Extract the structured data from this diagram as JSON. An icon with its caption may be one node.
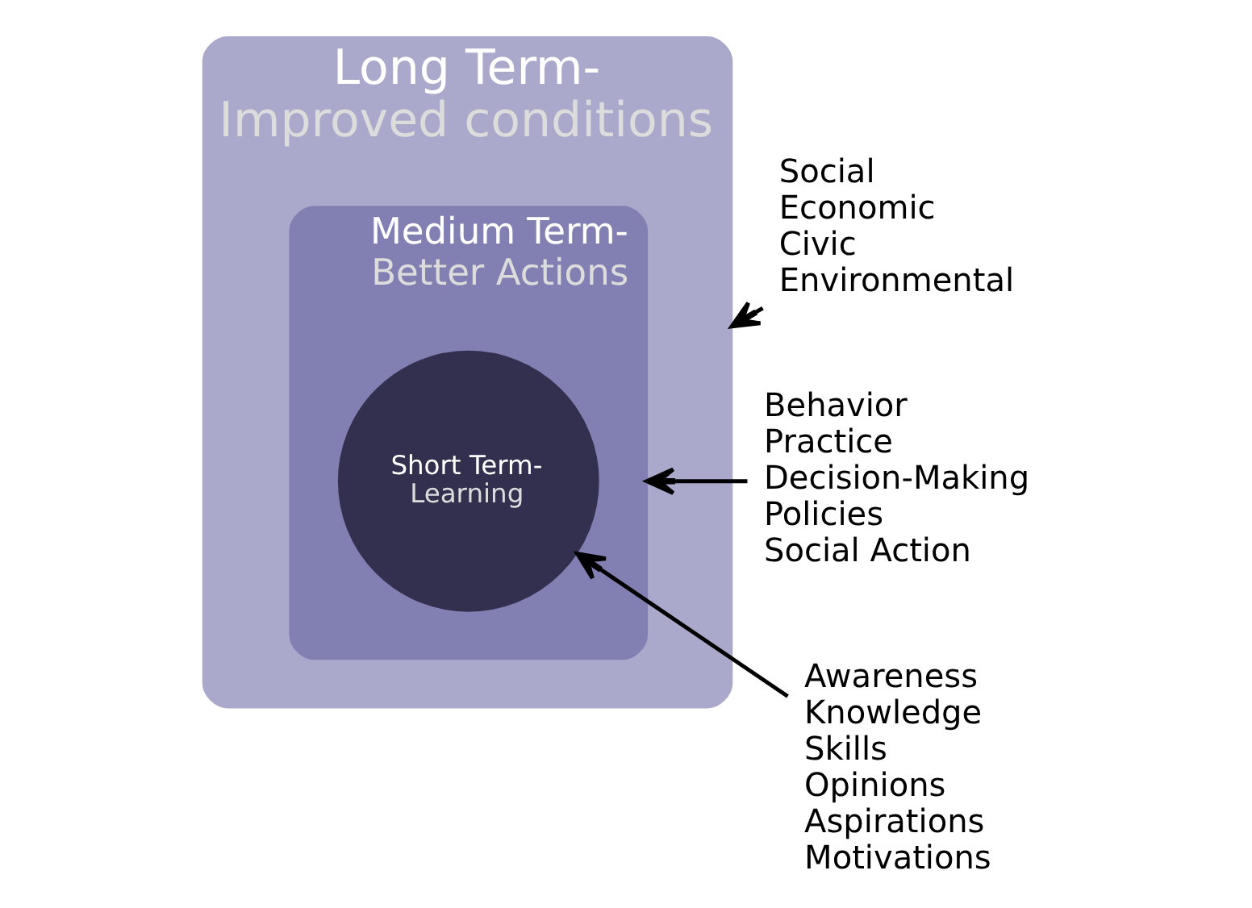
{
  "diagram": {
    "nodes": [
      {
        "text": [
          "Long Term-",
          "Improved conditions"
        ]
      },
      {
        "text": [
          "Medium Term-",
          "Better Actions"
        ],
        "in": 0
      },
      {
        "text": [
          "Short Term-",
          "Learning"
        ],
        "in": 1
      },
      {
        "text": [
          "Social",
          "Economic",
          "Civic",
          "Environmental"
        ]
      },
      {
        "text": [
          "Behavior",
          "Practice",
          "Decision-Making",
          "Policies",
          "Social Action"
        ]
      },
      {
        "text": [
          "Awareness",
          "Knowledge",
          "Skills",
          "Opinions",
          "Aspirations",
          "Motivations"
        ]
      }
    ],
    "edges": [
      {
        "from": 3,
        "to": 0,
        "arrow": "to"
      },
      {
        "from": 4,
        "to": 1,
        "arrow": "to"
      },
      {
        "from": 5,
        "to": 2,
        "arrow": "to"
      }
    ]
  }
}
